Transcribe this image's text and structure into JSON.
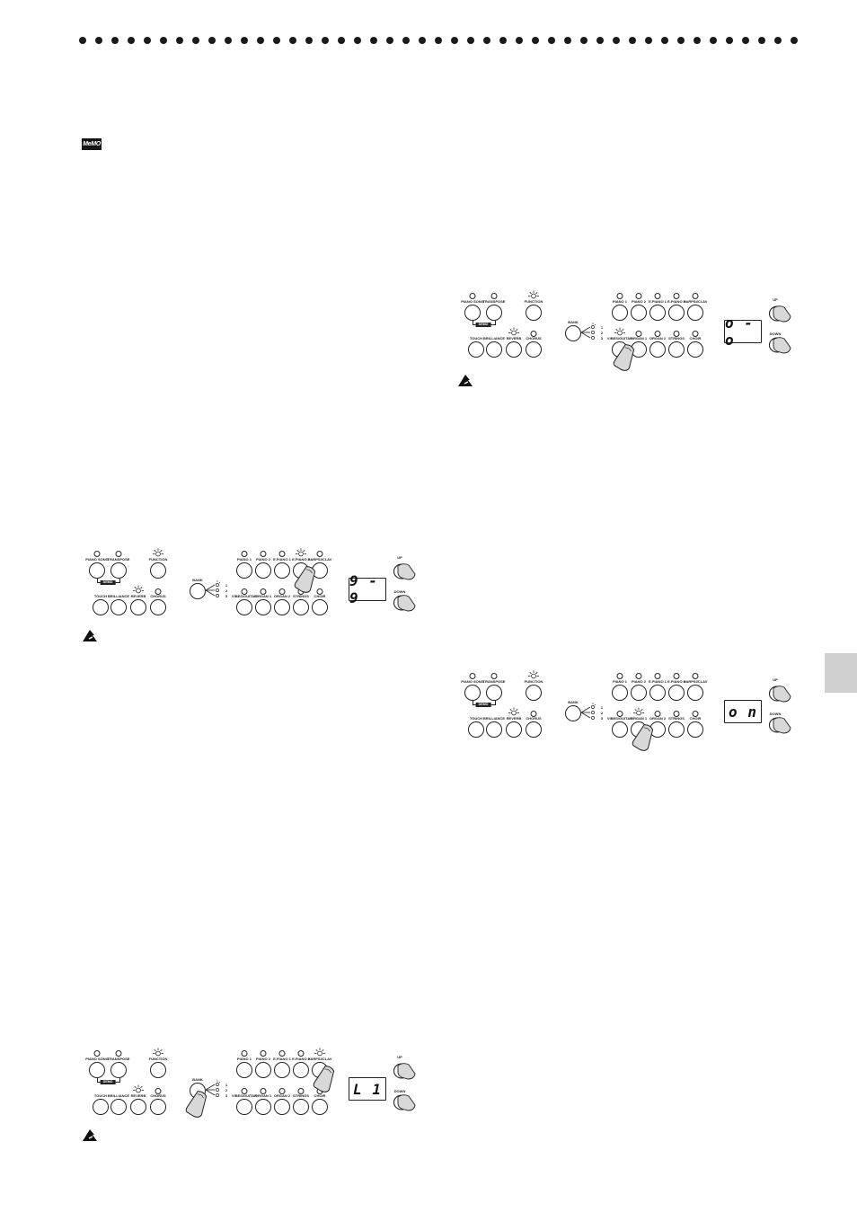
{
  "memo_label": "MeMO",
  "panel": {
    "left_top_labels": [
      "PIANO SONG",
      "TRANSPOSE",
      "FUNCTION"
    ],
    "left_bottom_labels": [
      "TOUCH",
      "BRILLIANCE",
      "REVERB",
      "CHORUS"
    ],
    "demo_label": "DEMO",
    "bank_label": "BANK",
    "bank_leds": [
      "1",
      "2",
      "3"
    ],
    "top_row_labels": [
      "PIANO 1",
      "PIANO 2",
      "E.PIANO 1",
      "E.PIANO 2",
      "HARPSI/CLAV"
    ],
    "bottom_row_labels": [
      "VIBES/GUITAR",
      "ORGAN 1",
      "ORGAN 2",
      "STRINGS",
      "CHOIR"
    ],
    "up_label": "UP",
    "down_label": "DOWN"
  },
  "panels": [
    {
      "id": "panel-1",
      "display": "9 - 9"
    },
    {
      "id": "panel-2",
      "display": "L 1"
    },
    {
      "id": "panel-3",
      "display": "o - o"
    },
    {
      "id": "panel-4",
      "display": "o n"
    }
  ]
}
